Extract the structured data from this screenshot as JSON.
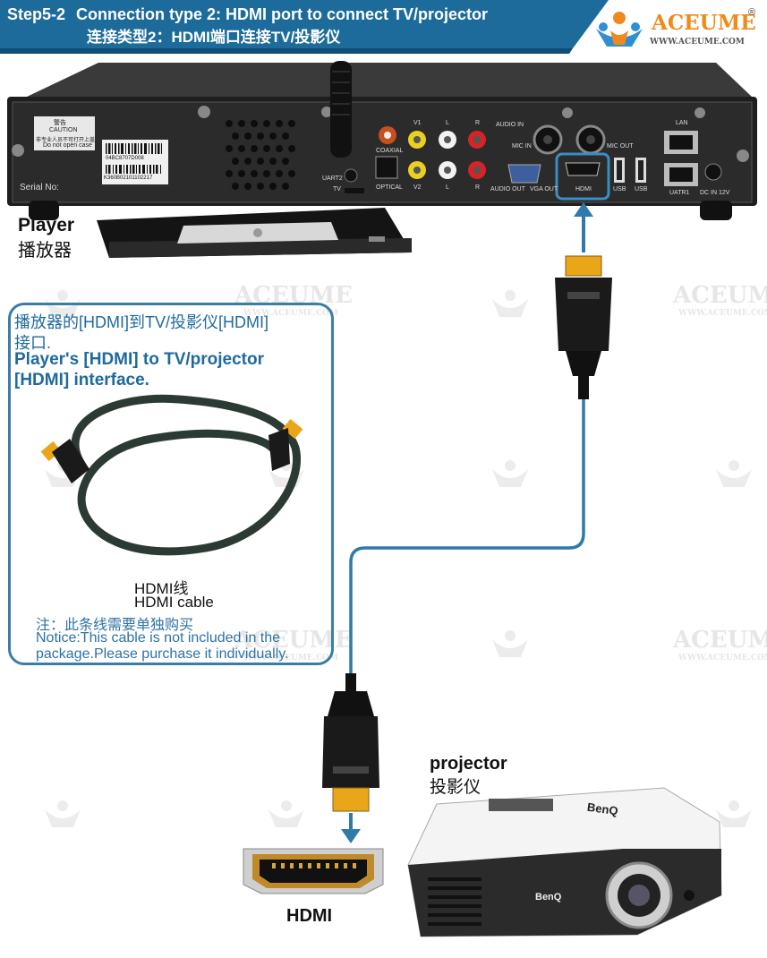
{
  "header": {
    "step": "Step5-2",
    "title_en": "Connection type 2: HDMI port to connect TV/projector",
    "title_cn": "连接类型2：HDMI端口连接TV/投影仪"
  },
  "logo": {
    "brand": "ACEUME",
    "registered": "®",
    "url": "WWW.ACEUME.COM"
  },
  "watermark": {
    "brand": "ACEUME",
    "url": "WWW.ACEUME.COM"
  },
  "device_back": {
    "warning_cn": "警告",
    "caution": "CAUTION",
    "warning_line": "非专业人员不可打开上盖",
    "do_not_open": "Do not open case",
    "barcode1": "04BC8707D008",
    "barcode2": "K360B02101102217",
    "serial": "Serial No:",
    "ports": {
      "coaxial": "COAXIAL",
      "optical": "OPTICAL",
      "uart2": "UART2",
      "tv": "TV",
      "v1": "V1",
      "v2": "V2",
      "l": "L",
      "r": "R",
      "audio_in": "AUDIO IN",
      "mic_in": "MIC IN",
      "mic_out": "MIC OUT",
      "audio_out": "AUDIO OUT",
      "vga_out": "VGA OUT",
      "hdmi": "HDMI",
      "usb": "USB",
      "lan": "LAN",
      "uatr1": "UATR1",
      "dc": "DC IN 12V"
    }
  },
  "player": {
    "label_en": "Player",
    "label_cn": "播放器"
  },
  "info_box": {
    "line_cn": "播放器的[HDMI]到TV/投影仪[HDMI]",
    "line_cn2": "接口.",
    "line_en": "Player's [HDMI] to TV/projector",
    "line_en2": "[HDMI] interface.",
    "cable_cn": "HDMI线",
    "cable_en": "HDMI cable",
    "note_cn": "注：此条线需要单独购买",
    "note_en1": "Notice:This cable is not included in the",
    "note_en2": "package.Please purchase it individually."
  },
  "projector": {
    "label_en": "projector",
    "label_cn": "投影仪",
    "brand": "BenQ"
  },
  "hdmi_port": {
    "label": "HDMI"
  },
  "colors": {
    "header_blue": "#1d6b9a",
    "cable_line": "#2f7aa8",
    "accent_orange": "#f08a1c"
  }
}
